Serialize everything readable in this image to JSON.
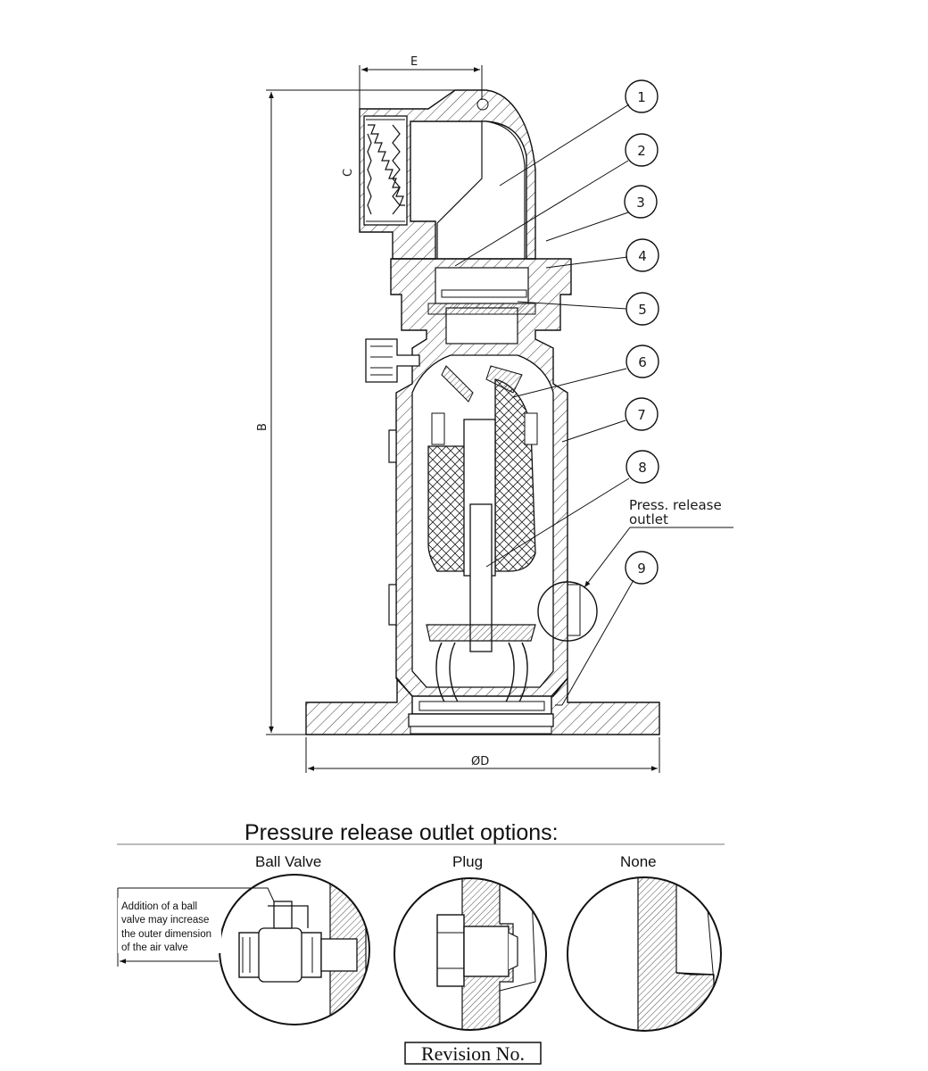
{
  "dimensions": {
    "top_width": "E",
    "height": "B",
    "thread": "C",
    "flange_diameter": "ØD"
  },
  "balloons": [
    "1",
    "2",
    "3",
    "4",
    "5",
    "6",
    "7",
    "8",
    "9"
  ],
  "press_release_label": {
    "line1": "Press. release",
    "line2": "outlet"
  },
  "options_section": {
    "title": "Pressure release outlet options:",
    "options": [
      {
        "label": "Ball Valve"
      },
      {
        "label": "Plug"
      },
      {
        "label": "None"
      }
    ],
    "ball_valve_note": [
      "Addition of a ball",
      "valve may increase",
      "the outer dimension",
      "of the air valve"
    ]
  },
  "revision": "Revision No."
}
